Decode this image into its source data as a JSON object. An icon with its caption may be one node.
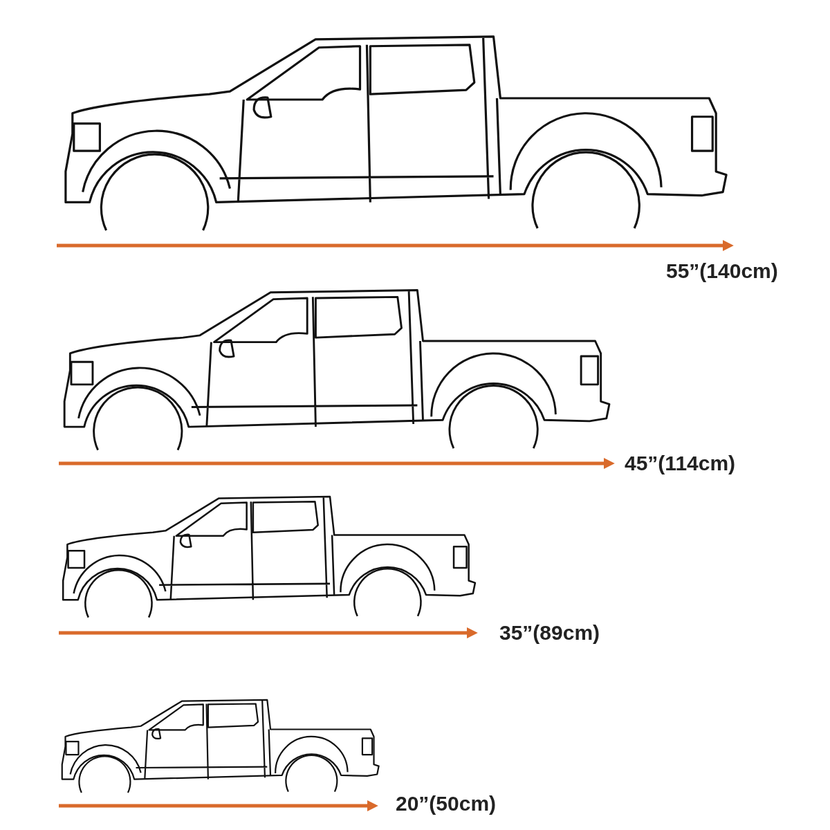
{
  "diagram": {
    "labels": [
      "55”(140cm)",
      "45”(114cm)",
      "35”(89cm)",
      "20”(50cm)"
    ]
  }
}
